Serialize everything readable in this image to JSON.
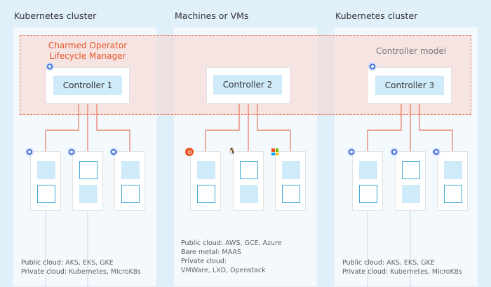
{
  "columns": [
    {
      "title": "Kubernetes cluster"
    },
    {
      "title": "Machines or VMs"
    },
    {
      "title": "Kubernetes cluster"
    }
  ],
  "control_plane": {
    "title_line1": "Charmed Operator",
    "title_line2": "Lifecycle Manager",
    "model_label": "Controller model",
    "accent_color": "#e8552a"
  },
  "controllers": [
    {
      "label": "Controller 1"
    },
    {
      "label": "Controller 2"
    },
    {
      "label": "Controller 3"
    }
  ],
  "nodes": [
    {
      "icon": "kubernetes-icon",
      "pattern": "filled-outline"
    },
    {
      "icon": "kubernetes-icon",
      "pattern": "outline-filled"
    },
    {
      "icon": "kubernetes-icon",
      "pattern": "filled-outline"
    },
    {
      "icon": "ubuntu-icon",
      "pattern": "filled-outline"
    },
    {
      "icon": "linux-icon",
      "pattern": "outline-filled"
    },
    {
      "icon": "windows-icon",
      "pattern": "filled-outline"
    },
    {
      "icon": "kubernetes-icon",
      "pattern": "filled-outline"
    },
    {
      "icon": "kubernetes-icon",
      "pattern": "outline-filled"
    },
    {
      "icon": "kubernetes-icon",
      "pattern": "filled-outline"
    }
  ],
  "info": {
    "left": {
      "public_key": "Public cloud:",
      "public_value": " AKS, EKS, GKE",
      "private_key": "Private cloud:",
      "private_value": " Kubernetes, MicroK8s"
    },
    "middle": {
      "public_key": "Public cloud:",
      "public_value": " AWS, GCE, Azure",
      "bare_key": "Bare metal:",
      "bare_value": " MAAS",
      "private_key": "Private cloud:",
      "private_value": "VMWare, LXD, Openstack"
    },
    "right": {
      "public_key": "Public cloud:",
      "public_value": " AKS, EKS, GKE",
      "private_key": "Private cloud:",
      "private_value": " Kubernetes, MicroK8s"
    }
  }
}
